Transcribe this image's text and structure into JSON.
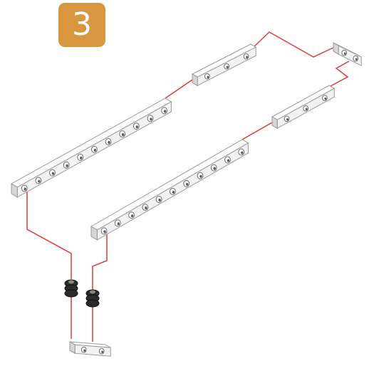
{
  "step": {
    "number": "3",
    "badge_color": "#d8973f"
  },
  "colors": {
    "guide_line": "#e03a3a",
    "beam_face": "#f2f2f2",
    "beam_outline": "#9a9a9a",
    "connector": "#2b2b2b"
  },
  "parts": [
    {
      "name": "long-beam-upper",
      "kind": "beam",
      "holes": 11
    },
    {
      "name": "long-beam-lower",
      "kind": "beam",
      "holes": 11
    },
    {
      "name": "short-beam-upper",
      "kind": "beam",
      "holes": 3
    },
    {
      "name": "short-beam-lower",
      "kind": "beam",
      "holes": 3
    },
    {
      "name": "corner-block-right",
      "kind": "block",
      "holes": 2
    },
    {
      "name": "corner-block-bottom",
      "kind": "block",
      "holes": 2
    },
    {
      "name": "axle-connector-left",
      "kind": "connector"
    },
    {
      "name": "axle-connector-right",
      "kind": "connector"
    }
  ]
}
